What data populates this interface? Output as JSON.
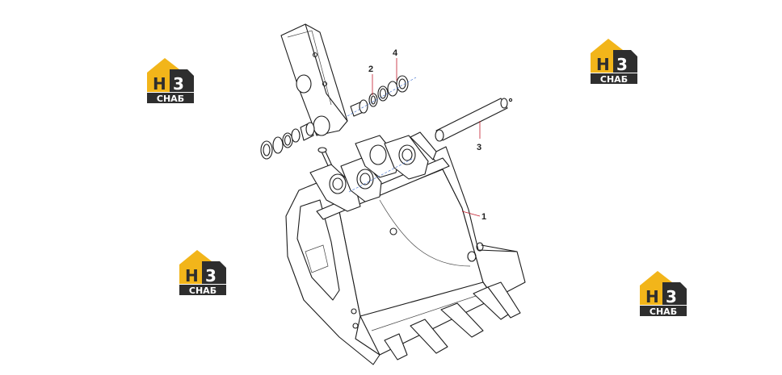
{
  "logo": {
    "letter_h": "H",
    "letter_3": "3",
    "text": "СНАБ",
    "colors": {
      "yellow": "#f2b51a",
      "dark": "#2e2e2e",
      "light": "#ffffff"
    }
  },
  "callouts": [
    {
      "id": "1",
      "label": "1"
    },
    {
      "id": "2",
      "label": "2"
    },
    {
      "id": "3",
      "label": "3"
    },
    {
      "id": "4",
      "label": "4"
    }
  ],
  "colors": {
    "line": "#1c1c1c",
    "leader": "#c21a2a",
    "axis": "#3366cc"
  }
}
